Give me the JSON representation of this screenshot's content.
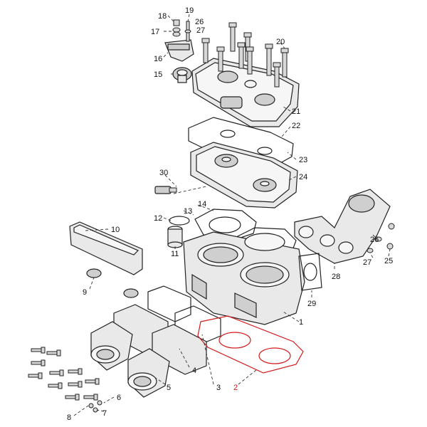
{
  "diagram": {
    "callouts": [
      {
        "id": "c1",
        "text": "1"
      },
      {
        "id": "c2",
        "text": "2",
        "color": "#d21a1a"
      },
      {
        "id": "c3",
        "text": "3"
      },
      {
        "id": "c4",
        "text": "4"
      },
      {
        "id": "c5",
        "text": "5"
      },
      {
        "id": "c6",
        "text": "6"
      },
      {
        "id": "c7",
        "text": "7"
      },
      {
        "id": "c8",
        "text": "8"
      },
      {
        "id": "c9",
        "text": "9"
      },
      {
        "id": "c10",
        "text": "10"
      },
      {
        "id": "c11",
        "text": "11"
      },
      {
        "id": "c12",
        "text": "12"
      },
      {
        "id": "c13",
        "text": "13"
      },
      {
        "id": "c14",
        "text": "14"
      },
      {
        "id": "c15",
        "text": "15"
      },
      {
        "id": "c16",
        "text": "16"
      },
      {
        "id": "c17",
        "text": "17"
      },
      {
        "id": "c18",
        "text": "18"
      },
      {
        "id": "c19",
        "text": "19"
      },
      {
        "id": "c20",
        "text": "20"
      },
      {
        "id": "c21",
        "text": "21"
      },
      {
        "id": "c22",
        "text": "22"
      },
      {
        "id": "c23",
        "text": "23"
      },
      {
        "id": "c24",
        "text": "24"
      },
      {
        "id": "c25",
        "text": "25"
      },
      {
        "id": "c26",
        "text": "26"
      },
      {
        "id": "c27",
        "text": "27"
      },
      {
        "id": "c28",
        "text": "28"
      },
      {
        "id": "c29",
        "text": "29"
      },
      {
        "id": "c30",
        "text": "30"
      }
    ],
    "highlight_color": "#d21a1a"
  }
}
